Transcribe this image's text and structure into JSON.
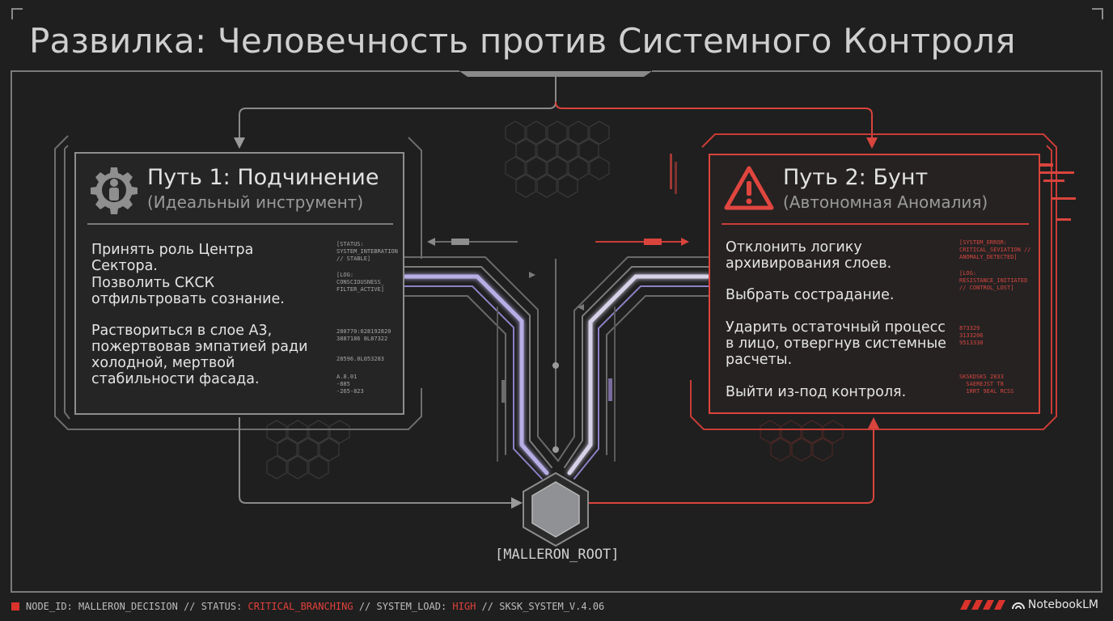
{
  "title": "Развилка: Человечность против Системного Контроля",
  "colors": {
    "accent_red": "#d9443d",
    "neutral": "#8e8e8e",
    "purple": "#a99bd6",
    "background": "#1f1f1f"
  },
  "path_left": {
    "icon": "gear-person-icon",
    "title": "Путь 1: Подчинение",
    "subtitle": "(Идеальный инструмент)",
    "items": [
      "Принять роль Центра Сектора.",
      "Позволить СКСК отфильтровать сознание.",
      "Раствориться в слое А3, пожертвовав эмпатией ради холодной, мертвой стабильности фасада."
    ],
    "side_text": [
      "[STATUS:\nSYSTEM_INTEBRATION\n// STABLE]",
      "[LOG:\nCONSCIOUSNESS_\nFILTER_ACTIVE]",
      "280770:028192820\n3887186 8L87322",
      "28596.0L053283",
      "A.8.01\n-885\n-265-823"
    ]
  },
  "path_right": {
    "icon": "warning-triangle-icon",
    "title": "Путь 2: Бунт",
    "subtitle": "(Автономная Аномалия)",
    "items": [
      "Отклонить логику архивирования слоев.",
      "Выбрать сострадание.",
      "Ударить остаточный процесс в лицо, отвергнув системные расчеты.",
      "Выйти из-под контроля."
    ],
    "side_text": [
      "[SYSTEM_ERROR:\nCRITICAL_SEVIATION //\nANOMALY_DETECTED]",
      "[LOG:\nRESISTANCE_INITIATED\n// CONTROL_LOST]",
      "873329\n3133206\n9513330",
      "SKSKDSKS 2833\n  SAEREJST T8\n  1RRT 9E4L RCSS"
    ]
  },
  "root_node": {
    "icon": "hexagon-node-icon",
    "label": "[MALLERON_ROOT]"
  },
  "footer": {
    "prefix": "NODE_ID: MALLERON_DECISION // STATUS: ",
    "status": "CRITICAL_BRANCHING",
    "mid": " // SYSTEM_LOAD: ",
    "load": "HIGH",
    "suffix": " // SKSK_SYSTEM_V.4.06"
  },
  "brand": "NotebookLM"
}
